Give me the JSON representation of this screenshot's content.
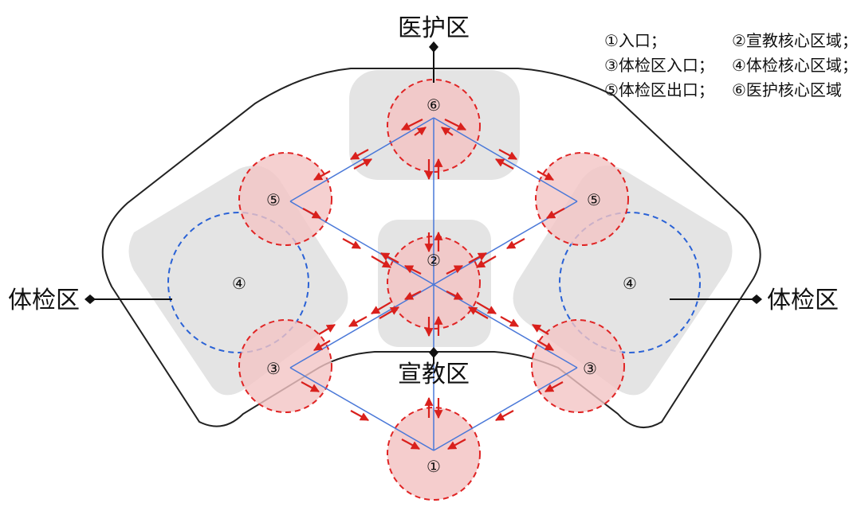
{
  "zones": {
    "medical": "医护区",
    "exam_left": "体检区",
    "exam_right": "体检区",
    "education": "宣教区"
  },
  "legend": [
    "①入口；",
    "②宣教核心区域；",
    "③体检区入口；",
    "④体检核心区域；",
    "⑤体检区出口；",
    "⑥医护核心区域"
  ],
  "nodes": {
    "n1": "①",
    "n2": "②",
    "n3_left": "③",
    "n3_right": "③",
    "n4_left": "④",
    "n4_right": "④",
    "n5_left": "⑤",
    "n5_right": "⑤",
    "n6": "⑥"
  },
  "colors": {
    "outline": "#222222",
    "zone_fill": "#e4e4e4",
    "node_fill": "#f3c4c4",
    "node_dash": "#e02424",
    "core_dash": "#2a62d6",
    "path_line": "#4a78d8",
    "arrow": "#d9201c"
  }
}
